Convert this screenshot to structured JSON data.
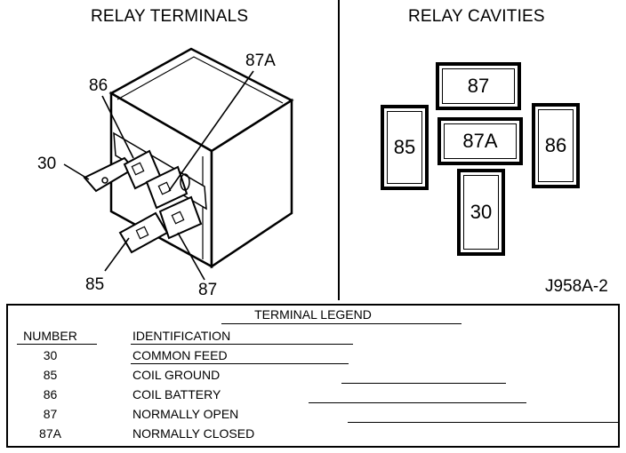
{
  "left_panel": {
    "title": "RELAY TERMINALS",
    "callouts": {
      "t86": "86",
      "t87a": "87A",
      "t30": "30",
      "t85": "85",
      "t87": "87"
    }
  },
  "right_panel": {
    "title": "RELAY CAVITIES",
    "cavities": {
      "c87": "87",
      "c85": "85",
      "c87a": "87A",
      "c86": "86",
      "c30": "30"
    },
    "figure_id": "J958A-2"
  },
  "legend": {
    "title": "TERMINAL LEGEND",
    "headers": {
      "number": "NUMBER",
      "identification": "IDENTIFICATION"
    },
    "rows": [
      {
        "number": "30",
        "identification": "COMMON FEED"
      },
      {
        "number": "85",
        "identification": "COIL GROUND"
      },
      {
        "number": "86",
        "identification": "COIL BATTERY"
      },
      {
        "number": "87",
        "identification": "NORMALLY OPEN"
      },
      {
        "number": "87A",
        "identification": "NORMALLY CLOSED"
      }
    ]
  }
}
